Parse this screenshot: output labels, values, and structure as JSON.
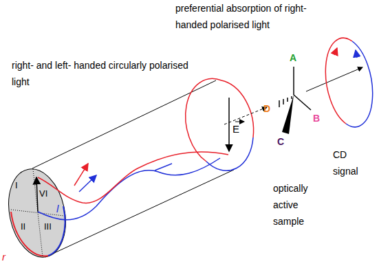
{
  "diagram": {
    "labels": [
      "preferential absorption of right-handed polarised light",
      "right- and left- handed circularly polarised light",
      "E",
      "optically active sample",
      "CD signal",
      "A",
      "B",
      "C",
      "D",
      "I",
      "II",
      "III",
      "VI",
      "r",
      "l"
    ]
  }
}
